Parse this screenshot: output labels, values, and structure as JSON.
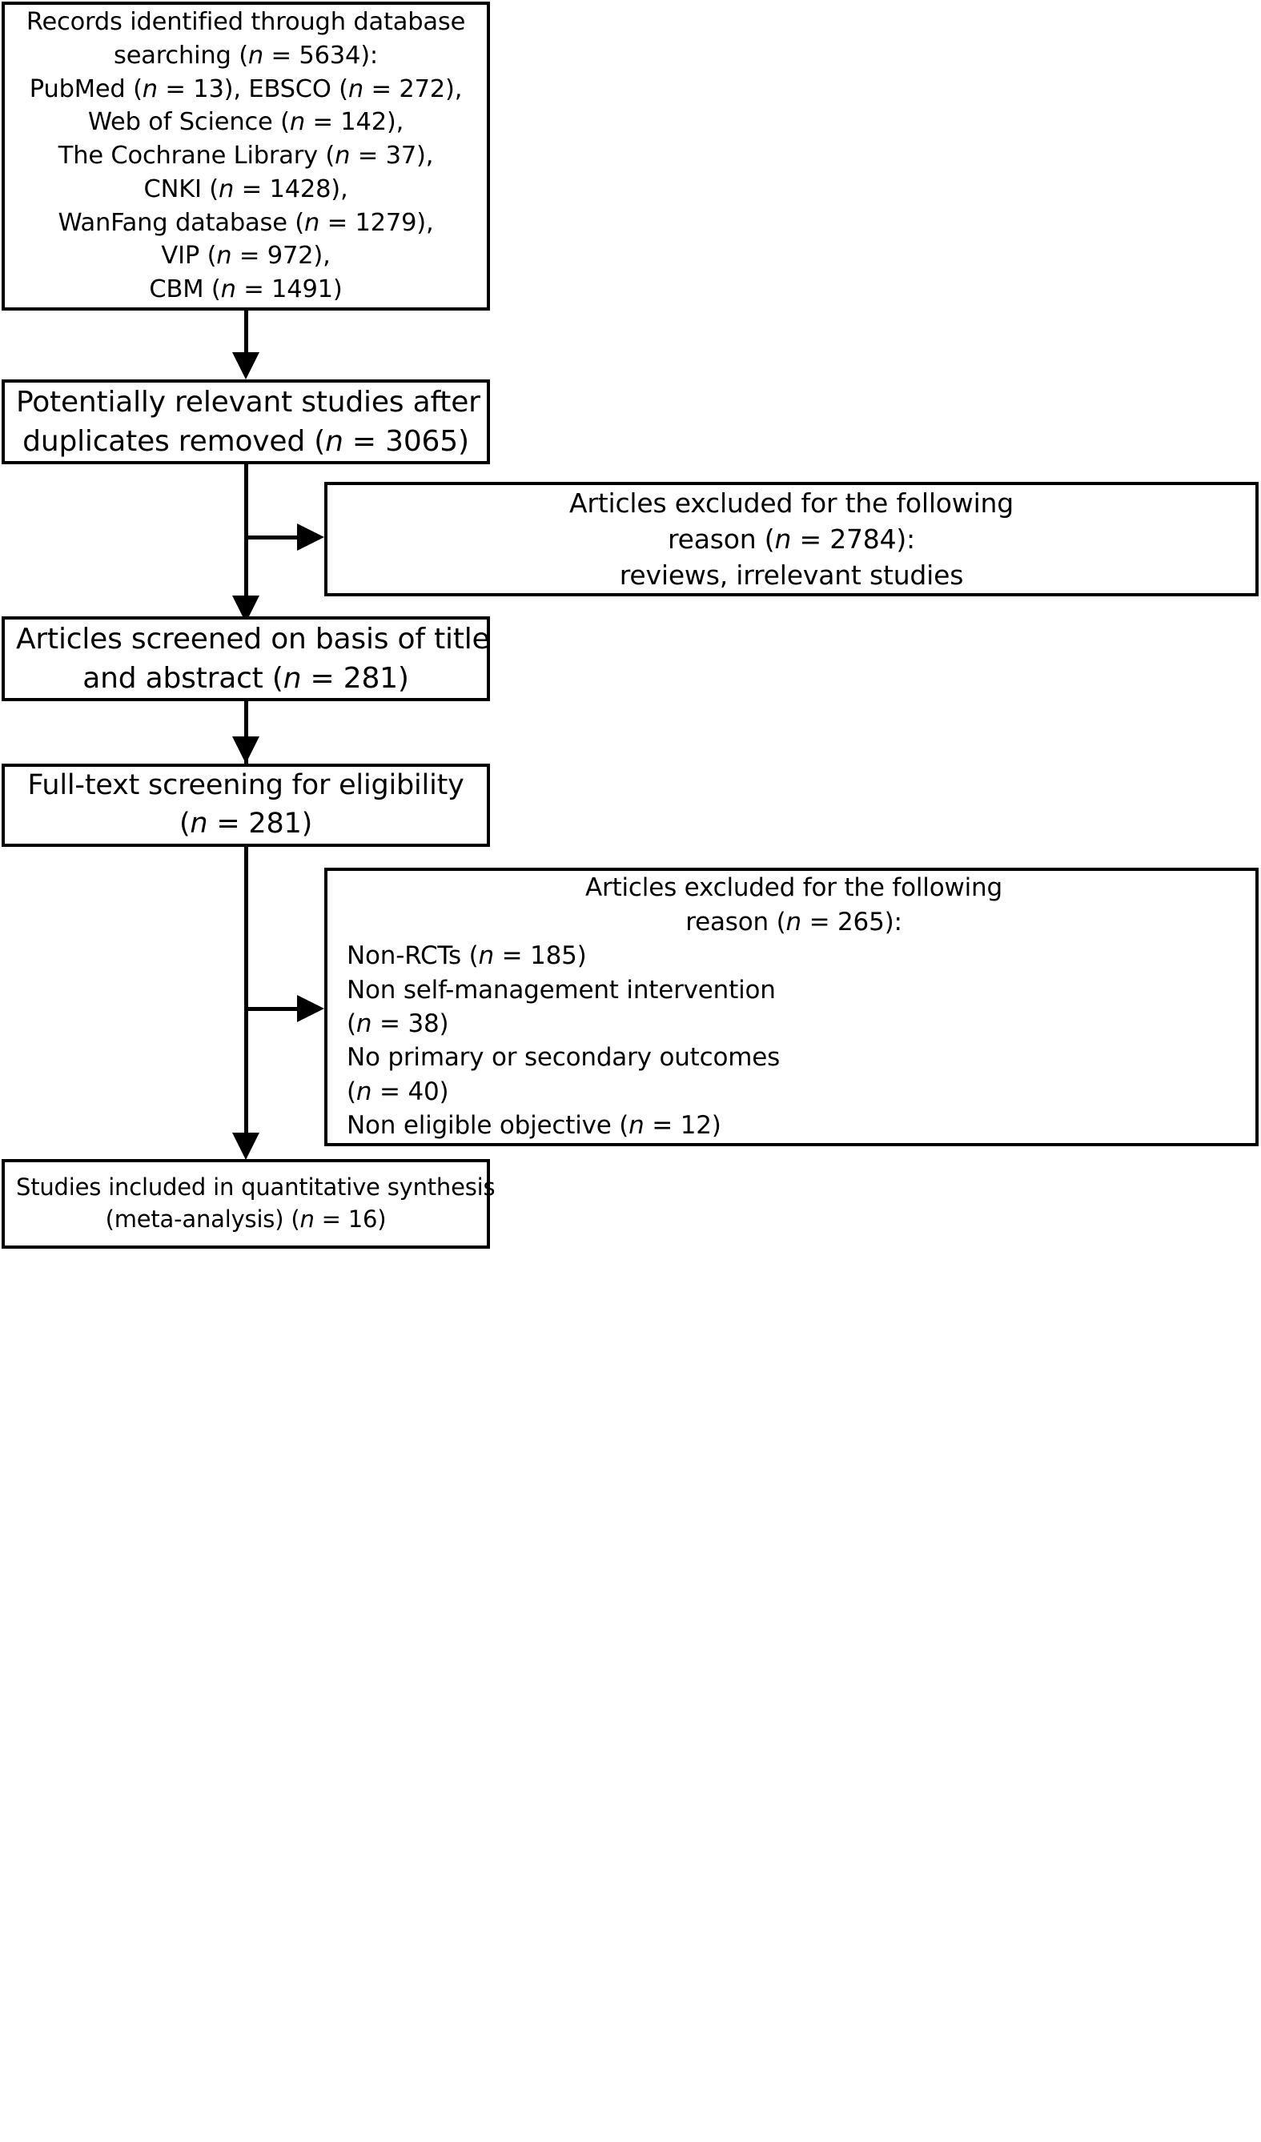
{
  "diagram": {
    "type": "prisma-flow-diagram",
    "colors": {
      "stroke": "#000000",
      "background": "#ffffff",
      "text": "#000000"
    },
    "boxes": [
      {
        "id": "identification",
        "name": "records-identified-box",
        "align": "center",
        "lines": [
          {
            "parts": [
              {
                "t": "Records identified through database",
                "i": false
              }
            ]
          },
          {
            "parts": [
              {
                "t": "searching (",
                "i": false
              },
              {
                "t": "n",
                "i": true
              },
              {
                "t": " = 5634):",
                "i": false
              }
            ]
          },
          {
            "parts": [
              {
                "t": "PubMed (",
                "i": false
              },
              {
                "t": "n",
                "i": true
              },
              {
                "t": " = 13), EBSCO (",
                "i": false
              },
              {
                "t": "n",
                "i": true
              },
              {
                "t": " = 272),",
                "i": false
              }
            ]
          },
          {
            "parts": [
              {
                "t": "Web of Science (",
                "i": false
              },
              {
                "t": "n",
                "i": true
              },
              {
                "t": " = 142),",
                "i": false
              }
            ]
          },
          {
            "parts": [
              {
                "t": "The Cochrane Library (",
                "i": false
              },
              {
                "t": "n",
                "i": true
              },
              {
                "t": " = 37),",
                "i": false
              }
            ]
          },
          {
            "parts": [
              {
                "t": "CNKI (",
                "i": false
              },
              {
                "t": "n",
                "i": true
              },
              {
                "t": " = 1428),",
                "i": false
              }
            ]
          },
          {
            "parts": [
              {
                "t": "WanFang database (",
                "i": false
              },
              {
                "t": "n",
                "i": true
              },
              {
                "t": " = 1279),",
                "i": false
              }
            ]
          },
          {
            "parts": [
              {
                "t": "VIP (",
                "i": false
              },
              {
                "t": "n",
                "i": true
              },
              {
                "t": " = 972),",
                "i": false
              }
            ]
          },
          {
            "parts": [
              {
                "t": "CBM (",
                "i": false
              },
              {
                "t": "n",
                "i": true
              },
              {
                "t": " = 1491)",
                "i": false
              }
            ]
          }
        ]
      },
      {
        "id": "duplicates-removed",
        "name": "potentially-relevant-studies-box",
        "align": "center",
        "lines": [
          {
            "parts": [
              {
                "t": "Potentially relevant studies after",
                "i": false
              }
            ]
          },
          {
            "parts": [
              {
                "t": "duplicates removed (",
                "i": false
              },
              {
                "t": "n",
                "i": true
              },
              {
                "t": " = 3065)",
                "i": false
              }
            ]
          }
        ]
      },
      {
        "id": "excluded-screening",
        "name": "articles-excluded-screening-box",
        "align": "center",
        "lines": [
          {
            "parts": [
              {
                "t": "Articles excluded for the following",
                "i": false
              }
            ]
          },
          {
            "parts": [
              {
                "t": "reason (",
                "i": false
              },
              {
                "t": "n",
                "i": true
              },
              {
                "t": " = 2784):",
                "i": false
              }
            ]
          },
          {
            "parts": [
              {
                "t": "reviews, irrelevant studies",
                "i": false
              }
            ]
          }
        ]
      },
      {
        "id": "screened",
        "name": "articles-screened-box",
        "align": "center",
        "lines": [
          {
            "parts": [
              {
                "t": "Articles screened on basis of title",
                "i": false
              }
            ]
          },
          {
            "parts": [
              {
                "t": "and abstract (",
                "i": false
              },
              {
                "t": "n",
                "i": true
              },
              {
                "t": " = 281)",
                "i": false
              }
            ]
          }
        ]
      },
      {
        "id": "fulltext",
        "name": "full-text-screening-box",
        "align": "center",
        "lines": [
          {
            "parts": [
              {
                "t": "Full-text screening for eligibility",
                "i": false
              }
            ]
          },
          {
            "parts": [
              {
                "t": "(",
                "i": false
              },
              {
                "t": "n",
                "i": true
              },
              {
                "t": " = 281)",
                "i": false
              }
            ]
          }
        ]
      },
      {
        "id": "excluded-eligibility",
        "name": "articles-excluded-eligibility-box",
        "align": "left",
        "lines": [
          {
            "align": "center",
            "parts": [
              {
                "t": "Articles excluded for the following",
                "i": false
              }
            ]
          },
          {
            "align": "center",
            "parts": [
              {
                "t": "reason (",
                "i": false
              },
              {
                "t": "n",
                "i": true
              },
              {
                "t": " = 265):",
                "i": false
              }
            ]
          },
          {
            "parts": [
              {
                "t": "Non-RCTs (",
                "i": false
              },
              {
                "t": "n",
                "i": true
              },
              {
                "t": " = 185)",
                "i": false
              }
            ]
          },
          {
            "parts": [
              {
                "t": "Non self-management intervention",
                "i": false
              }
            ]
          },
          {
            "parts": [
              {
                "t": "(",
                "i": false
              },
              {
                "t": "n",
                "i": true
              },
              {
                "t": " = 38)",
                "i": false
              }
            ]
          },
          {
            "parts": [
              {
                "t": "No primary or secondary outcomes",
                "i": false
              }
            ]
          },
          {
            "parts": [
              {
                "t": "(",
                "i": false
              },
              {
                "t": "n",
                "i": true
              },
              {
                "t": " = 40)",
                "i": false
              }
            ]
          },
          {
            "parts": [
              {
                "t": "Non eligible objective (",
                "i": false
              },
              {
                "t": "n",
                "i": true
              },
              {
                "t": " = 12)",
                "i": false
              }
            ]
          }
        ]
      },
      {
        "id": "included",
        "name": "studies-included-box",
        "align": "center",
        "lines": [
          {
            "parts": [
              {
                "t": "Studies included in quantitative synthesis",
                "i": false
              }
            ]
          },
          {
            "parts": [
              {
                "t": "(meta-analysis) (",
                "i": false
              },
              {
                "t": "n",
                "i": true
              },
              {
                "t": " = 16)",
                "i": false
              }
            ]
          }
        ]
      }
    ],
    "connectors": [
      {
        "name": "connector-identification-to-duplicates",
        "kind": "down"
      },
      {
        "name": "connector-duplicates-to-screened",
        "kind": "down"
      },
      {
        "name": "connector-duplicates-to-excluded-screening",
        "kind": "right"
      },
      {
        "name": "connector-screened-to-fulltext",
        "kind": "down"
      },
      {
        "name": "connector-fulltext-to-included",
        "kind": "down"
      },
      {
        "name": "connector-fulltext-to-excluded-eligibility",
        "kind": "right"
      }
    ]
  }
}
